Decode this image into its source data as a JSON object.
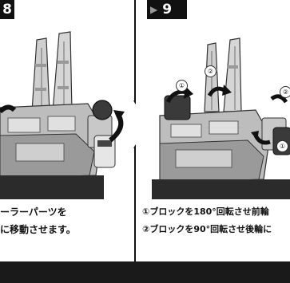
{
  "left_panel": {
    "step_number": "8",
    "caption_line_1": "ーラーパーツを",
    "caption_line_2": "に移動させます。"
  },
  "right_panel": {
    "step_number": "9",
    "step_arrow": "▶",
    "caption_line_1": "①ブロックを180°回転させ前輪",
    "caption_line_2": "②ブロックを90°回転させ後輪に",
    "markers": [
      "①",
      "②",
      "①",
      "②"
    ]
  },
  "icons": {
    "rotation": "curved-arrow-icon",
    "step_arrow": "triangle-right-icon"
  }
}
